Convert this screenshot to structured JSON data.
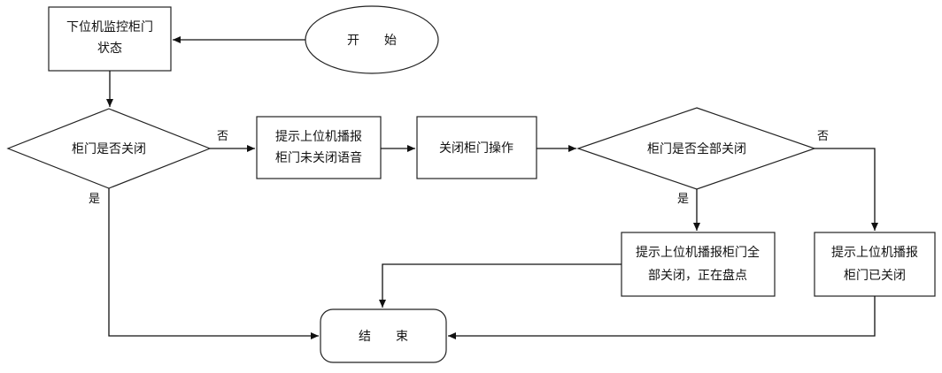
{
  "nodes": {
    "start": "开　　始",
    "monitor": [
      "下位机监控柜门",
      "状态"
    ],
    "door_closed_q": "柜门是否关闭",
    "prompt_not_closed": [
      "提示上位机播报",
      "柜门未关闭语音"
    ],
    "close_door": "关闭柜门操作",
    "all_closed_q": "柜门是否全部关闭",
    "prompt_all_closed": [
      "提示上位机播报柜门全",
      "部关闭，正在盘点"
    ],
    "prompt_closed": [
      "提示上位机播报",
      "柜门已关闭"
    ],
    "end": "结　　束"
  },
  "edge_labels": {
    "no1": "否",
    "yes1": "是",
    "no2": "否",
    "yes2": "是"
  }
}
